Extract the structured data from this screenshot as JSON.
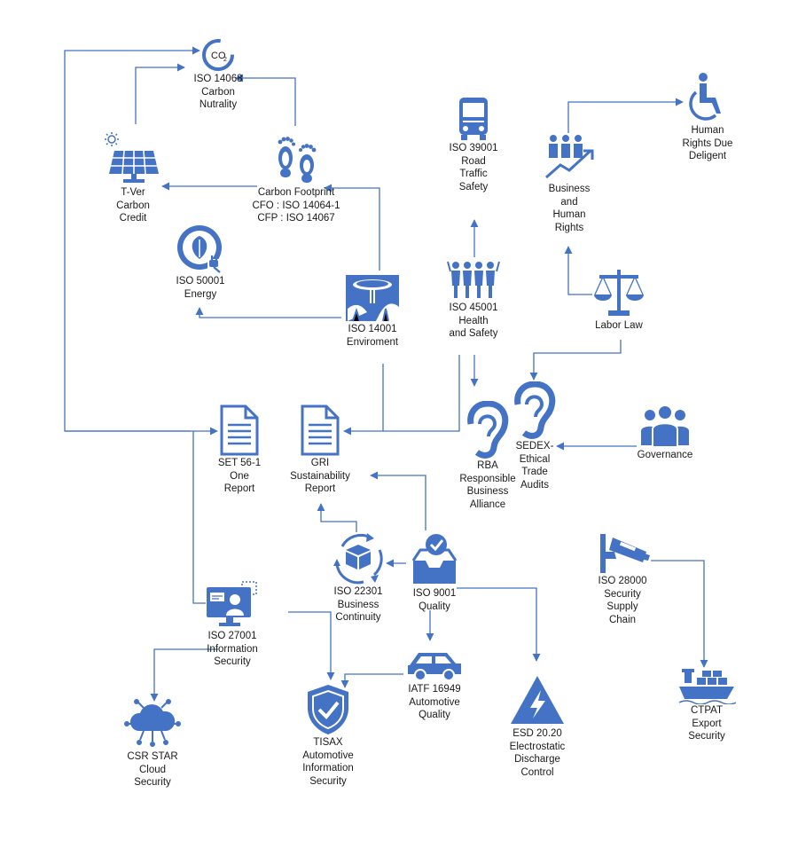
{
  "diagram": {
    "accent": "#4472c4",
    "nodes": {
      "co2": {
        "icon_text": "CO",
        "icon_sub": "2",
        "label": "ISO 14068\nCarbon\nNutrality"
      },
      "tver": {
        "label": "T-Ver\nCarbon\nCredit"
      },
      "footprint": {
        "label": "Carbon Footprint\nCFO : ISO 14064-1\nCFP : ISO 14067"
      },
      "energy": {
        "label": "ISO 50001\nEnergy"
      },
      "env": {
        "label": "ISO 14001\nEnviroment"
      },
      "road": {
        "label": "ISO 39001\nRoad\nTraffic\nSafety"
      },
      "health": {
        "label": "ISO 45001\nHealth\nand Safety"
      },
      "bhr": {
        "label": "Business\nand\nHuman\nRights"
      },
      "hrdd": {
        "label": "Human\nRights Due\nDeligent"
      },
      "labor": {
        "label": "Labor Law"
      },
      "set": {
        "label": "SET 56-1\nOne\nReport"
      },
      "gri": {
        "label": "GRI\nSustainability\nReport"
      },
      "rba": {
        "label": "RBA\nResponsible\nBusiness\nAlliance"
      },
      "sedex": {
        "label": "SEDEX-\nEthical\nTrade\nAudits"
      },
      "governance": {
        "label": "Governance"
      },
      "iso22301": {
        "label": "ISO 22301\nBusiness\nContinuity"
      },
      "iso9001": {
        "label": "ISO 9001\nQuality"
      },
      "iso28000": {
        "label": "ISO 28000\nSecurity\nSupply\nChain"
      },
      "iso27001": {
        "label": "ISO 27001\nInformation\nSecurity"
      },
      "iatf": {
        "label": "IATF 16949\nAutomotive\nQuality"
      },
      "csr": {
        "label": "CSR STAR\nCloud\nSecurity"
      },
      "tisax": {
        "label": "TISAX\nAutomotive\nInformation\nSecurity"
      },
      "esd": {
        "label": "ESD 20.20\nElectrostatic\nDischarge\nControl"
      },
      "ctpat": {
        "label": "CTPAT\nExport\nSecurity"
      }
    }
  }
}
